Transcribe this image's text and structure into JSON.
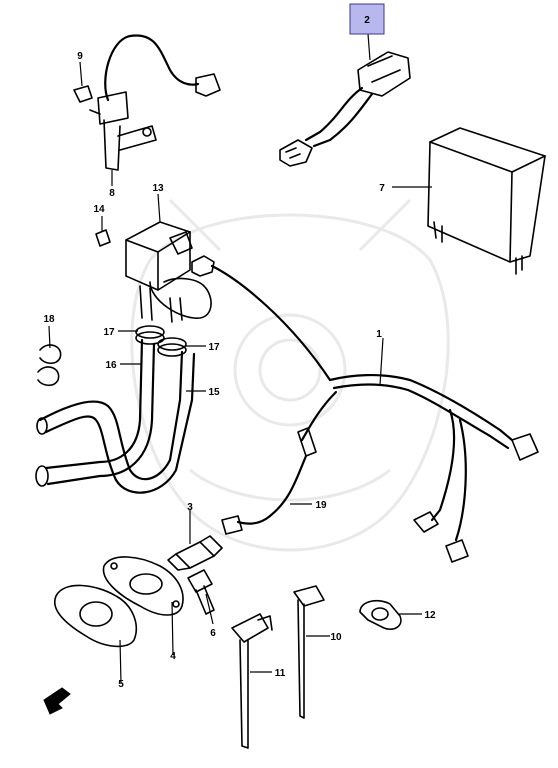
{
  "callouts": [
    {
      "id": "1",
      "label": "1"
    },
    {
      "id": "2",
      "label": "2",
      "highlighted": true
    },
    {
      "id": "3",
      "label": "3"
    },
    {
      "id": "4",
      "label": "4"
    },
    {
      "id": "5",
      "label": "5"
    },
    {
      "id": "6",
      "label": "6"
    },
    {
      "id": "7",
      "label": "7"
    },
    {
      "id": "8",
      "label": "8"
    },
    {
      "id": "9",
      "label": "9"
    },
    {
      "id": "10",
      "label": "10"
    },
    {
      "id": "11",
      "label": "11"
    },
    {
      "id": "12",
      "label": "12"
    },
    {
      "id": "13",
      "label": "13"
    },
    {
      "id": "14",
      "label": "14"
    },
    {
      "id": "15",
      "label": "15"
    },
    {
      "id": "16",
      "label": "16"
    },
    {
      "id": "17a",
      "label": "17"
    },
    {
      "id": "17b",
      "label": "17"
    },
    {
      "id": "18",
      "label": "18"
    },
    {
      "id": "19",
      "label": "19"
    }
  ],
  "colors": {
    "highlight": "#b8b8ee",
    "highlight_border": "#3a3a8a",
    "line": "#000000",
    "watermark": "#e9e9e9"
  },
  "icons": {
    "front_arrow": "front-arrow-icon"
  }
}
